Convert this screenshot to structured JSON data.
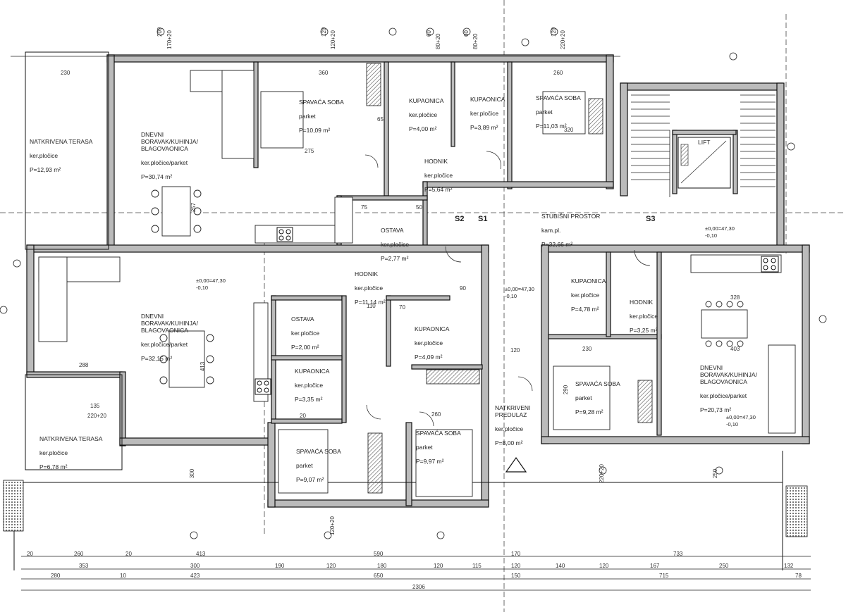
{
  "rooms": [
    {
      "id": "terasa-1",
      "name": "NATKRIVENA TERASA",
      "finish": "ker.pločice",
      "area": "P=12,93 m²"
    },
    {
      "id": "dnevni-1",
      "name": "DNEVNI\nBORAVAK/KUHINJA/\nBLAGOVAONICA",
      "finish": "ker.pločice/parket",
      "area": "P=30,74 m²"
    },
    {
      "id": "spavaca-1",
      "name": "SPAVAĆA SOBA",
      "finish": "parket",
      "area": "P=10,09 m²"
    },
    {
      "id": "kupaonica-1",
      "name": "KUPAONICA",
      "finish": "ker.pločice",
      "area": "P=4,00 m²"
    },
    {
      "id": "kupaonica-2",
      "name": "KUPAONICA",
      "finish": "ker.pločice",
      "area": "P=3,89 m²"
    },
    {
      "id": "spavaca-2",
      "name": "SPAVAĆA SOBA",
      "finish": "parket",
      "area": "P=11,03 m²"
    },
    {
      "id": "hodnik-1",
      "name": "HODNIK",
      "finish": "ker.pločice",
      "area": "P=5,64 m²"
    },
    {
      "id": "ostava-1",
      "name": "OSTAVA",
      "finish": "ker.pločice",
      "area": "P=2,77 m²"
    },
    {
      "id": "stubisni",
      "name": "STUBIŠNI PROSTOR",
      "finish": "kam.pl.",
      "area": "P=32,66 m²"
    },
    {
      "id": "dnevni-2",
      "name": "DNEVNI\nBORAVAK/KUHINJA/\nBLAGOVAONICA",
      "finish": "ker.pločice/parket",
      "area": "P=32,15 m²"
    },
    {
      "id": "hodnik-2",
      "name": "HODNIK",
      "finish": "ker.pločice",
      "area": "P=11,14 m²"
    },
    {
      "id": "ostava-2",
      "name": "OSTAVA",
      "finish": "ker.pločice",
      "area": "P=2,00 m²"
    },
    {
      "id": "kupaonica-3",
      "name": "KUPAONICA",
      "finish": "ker.pločice",
      "area": "P=4,09 m²"
    },
    {
      "id": "kupaonica-4",
      "name": "KUPAONICA",
      "finish": "ker.pločice",
      "area": "P=3,35 m²"
    },
    {
      "id": "kupaonica-5",
      "name": "KUPAONICA",
      "finish": "ker.pločice",
      "area": "P=4,78 m²"
    },
    {
      "id": "hodnik-3",
      "name": "HODNIK",
      "finish": "ker.pločice",
      "area": "P=3,25 m²"
    },
    {
      "id": "dnevni-3",
      "name": "DNEVNI\nBORAVAK/KUHINJA/\nBLAGOVAONICA",
      "finish": "ker.pločice/parket",
      "area": "P=20,73 m²"
    },
    {
      "id": "spavaca-3",
      "name": "SPAVAĆA SOBA",
      "finish": "parket",
      "area": "P=9,28 m²"
    },
    {
      "id": "predulaz",
      "name": "NATKRIVENI\nPREDULAZ",
      "finish": "ker.pločice",
      "area": "P=8,00 m²"
    },
    {
      "id": "terasa-2",
      "name": "NATKRIVENA TERASA",
      "finish": "ker.pločice",
      "area": "P=6,78 m²"
    },
    {
      "id": "spavaca-4",
      "name": "SPAVAĆA SOBA",
      "finish": "parket",
      "area": "P=9,07 m²"
    },
    {
      "id": "spavaca-5",
      "name": "SPAVAĆA SOBA",
      "finish": "parket",
      "area": "P=9,97 m²"
    }
  ],
  "labels": {
    "lift": "LIFT",
    "section_s1": "S1",
    "section_s2": "S2",
    "section_s3": "S3",
    "level_1": "±0,00=47,30\n-0,10",
    "level_2": "±0,00=47,30\n-0,10",
    "level_3": "±0,00=47,30\n-0,10",
    "level_4": "±0,00=47,30\n-0,10"
  },
  "dims_bottom": {
    "row1": [
      "20",
      "260",
      "20",
      "413",
      "590",
      "170",
      "733"
    ],
    "row2": [
      "353",
      "300",
      "190",
      "120",
      "180",
      "120",
      "115",
      "120",
      "140",
      "120",
      "167",
      "250",
      "132"
    ],
    "row3": [
      "280",
      "10",
      "423",
      "650",
      "150",
      "715",
      "78"
    ],
    "total": "2306"
  },
  "dims_top": [
    "200",
    "170+20",
    "120",
    "120+20",
    "60",
    "60",
    "80+20",
    "80+20",
    "120",
    "220+20"
  ],
  "dims_misc": [
    "230",
    "360",
    "275",
    "320",
    "260",
    "257",
    "328",
    "403",
    "413",
    "288",
    "230",
    "290",
    "260",
    "120",
    "110",
    "90",
    "65",
    "75",
    "70",
    "50",
    "20",
    "135",
    "220+20",
    "300",
    "220+20",
    "120+20",
    "250"
  ]
}
